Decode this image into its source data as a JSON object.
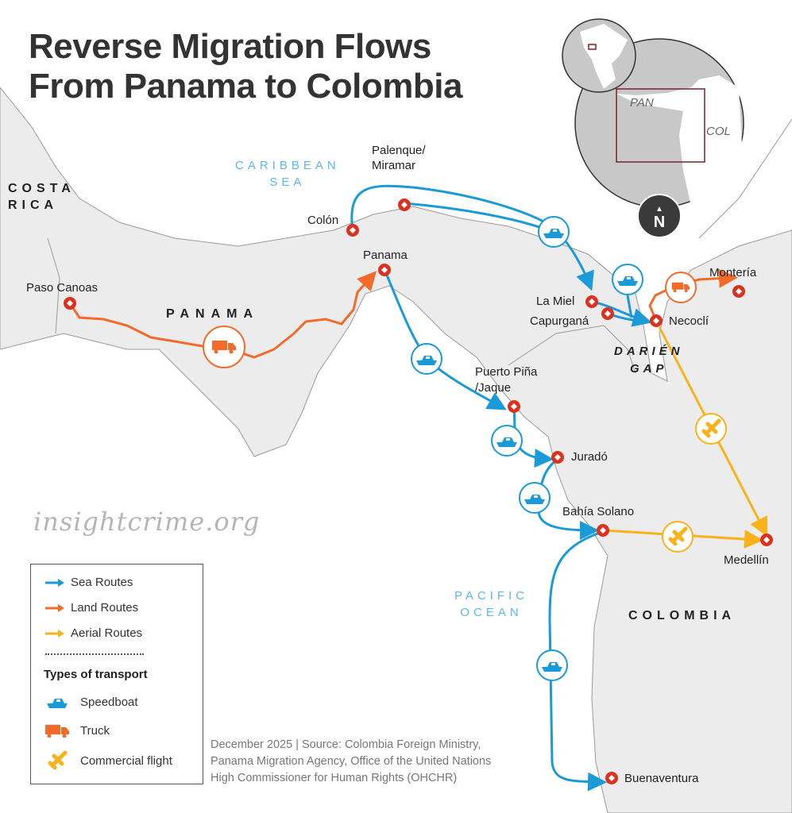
{
  "title": {
    "line1": "Reverse Migration Flows",
    "line2": "From Panama to Colombia"
  },
  "colors": {
    "sea_route": "#1a9ad6",
    "land_route": "#f26b2b",
    "aerial_route": "#f9b21b",
    "marker": "#d9331f",
    "land": "#ececec",
    "inset_box": "#7a1f2b"
  },
  "countries": {
    "costa_rica_1": "COSTA",
    "costa_rica_2": "RICA",
    "panama": "PANAMA",
    "colombia": "COLOMBIA",
    "darien_1": "DARIÉN",
    "darien_2": "GAP"
  },
  "seas": {
    "caribbean_1": "CARIBBEAN",
    "caribbean_2": "SEA",
    "pacific_1": "PACIFIC",
    "pacific_2": "OCEAN"
  },
  "places": {
    "paso_canoas": "Paso Canoas",
    "colon": "Colón",
    "palenque_1": "Palenque/",
    "palenque_2": "Miramar",
    "panama": "Panama",
    "la_miel": "La Miel",
    "capurgana": "Capurganá",
    "necocli": "Necoclí",
    "monteria": "Montería",
    "puerto_pina_1": "Puerto Piña",
    "puerto_pina_2": "/Jaque",
    "jurado": "Juradó",
    "bahia_solano": "Bahía Solano",
    "medellin": "Medellín",
    "buenaventura": "Buenaventura"
  },
  "inset": {
    "pan": "PAN",
    "col": "COL",
    "north": "N"
  },
  "watermark": "insightcrime.org",
  "legend": {
    "sea": "Sea Routes",
    "land": "Land Routes",
    "aerial": "Aerial Routes",
    "types_heading": "Types of transport",
    "speedboat": "Speedboat",
    "truck": "Truck",
    "flight": "Commercial flight"
  },
  "source": {
    "line1": "December 2025  | Source: Colombia Foreign Ministry,",
    "line2": "Panama Migration Agency, Office of the United Nations",
    "line3": "High Commissioner for Human Rights (OHCHR)"
  }
}
